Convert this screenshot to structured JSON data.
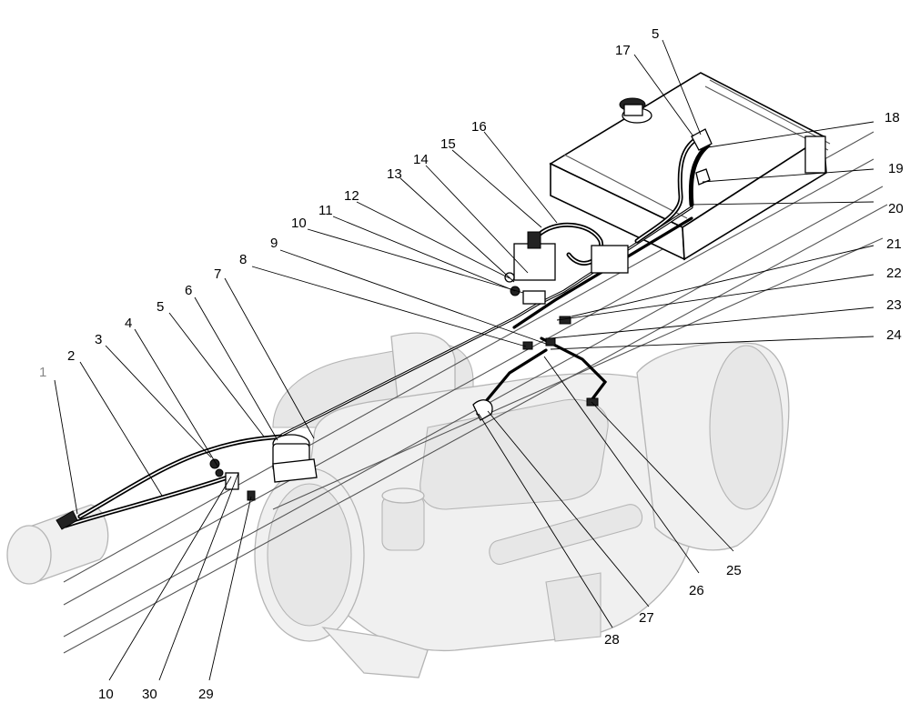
{
  "labels": {
    "l1": "1",
    "l2": "2",
    "l3": "3",
    "l4": "4",
    "l5a": "5",
    "l5b": "5",
    "l6": "6",
    "l7": "7",
    "l8": "8",
    "l9": "9",
    "l10a": "10",
    "l10b": "10",
    "l11": "11",
    "l12": "12",
    "l13": "13",
    "l14": "14",
    "l15": "15",
    "l16": "16",
    "l17": "17",
    "l18": "18",
    "l19": "19",
    "l20": "20",
    "l21": "21",
    "l22": "22",
    "l23": "23",
    "l24": "24",
    "l25": "25",
    "l26": "26",
    "l27": "27",
    "l28": "28",
    "l29": "29",
    "l30": "30"
  },
  "colors": {
    "label_text": "#000000",
    "label_1_text": "#888888",
    "ghost_fill": "#f0f0f0",
    "ghost_stroke": "#b5b5b5",
    "line": "#000000"
  }
}
